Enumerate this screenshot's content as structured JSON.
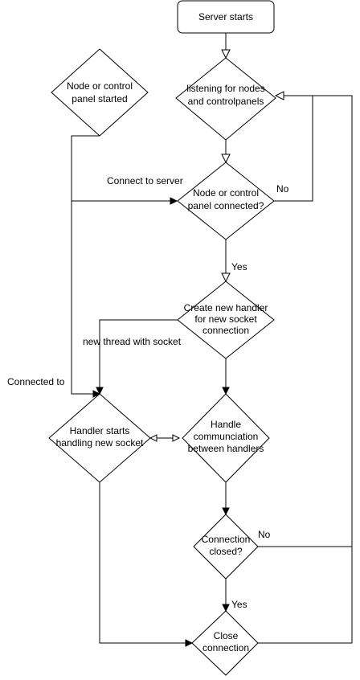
{
  "nodes": {
    "server_starts": "Server starts",
    "listening": [
      "listening for nodes",
      "and controlpanels"
    ],
    "node_started": [
      "Node or control",
      "panel started"
    ],
    "connected_check": [
      "Node or control",
      "panel connected?"
    ],
    "create_handler": [
      "Create new handler",
      "for new socket",
      "connection"
    ],
    "handler_starts": [
      "Handler starts",
      "handling new socket"
    ],
    "handle_comm": [
      "Handle",
      "communciation",
      "between handlers"
    ],
    "conn_closed": [
      "Connection",
      "closed?"
    ],
    "close_conn": [
      "Close",
      "connection"
    ]
  },
  "edges": {
    "connect_to_server": "Connect to server",
    "no_1": "No",
    "yes_1": "Yes",
    "new_thread": "new thread with socket",
    "connected_to": "Connected to",
    "no_2": "No",
    "yes_2": "Yes"
  },
  "colors": {
    "stroke": "#000000",
    "fill": "#ffffff",
    "text": "#000000"
  }
}
